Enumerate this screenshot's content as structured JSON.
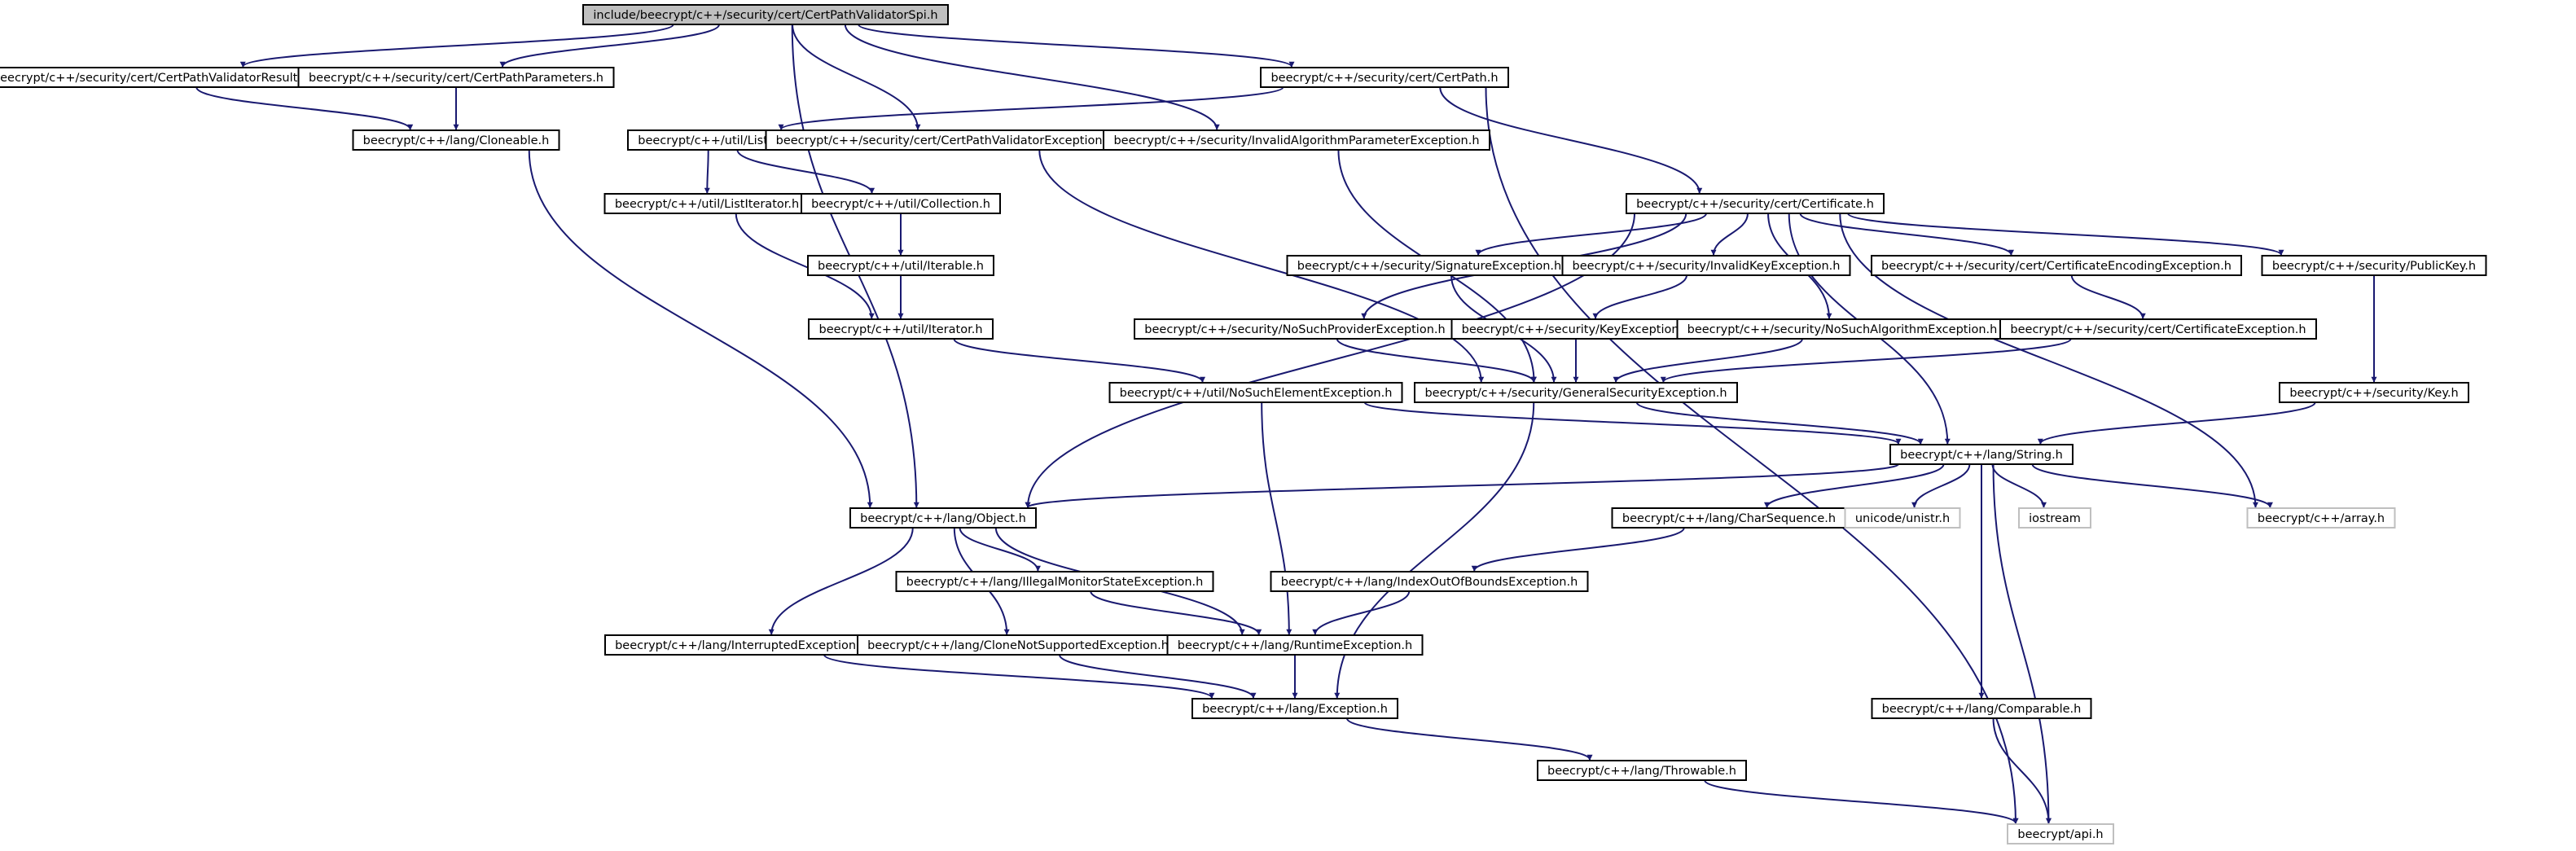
{
  "graph": {
    "nodes": [
      {
        "id": "n0",
        "label": "include/beecrypt/c++/security/cert/CertPathValidatorSpi.h",
        "kind": "root"
      },
      {
        "id": "n1",
        "label": "beecrypt/c++/security/cert/CertPathValidatorResult.h",
        "kind": "normal"
      },
      {
        "id": "n2",
        "label": "beecrypt/c++/security/cert/CertPathParameters.h",
        "kind": "normal"
      },
      {
        "id": "n3",
        "label": "beecrypt/c++/security/cert/CertPath.h",
        "kind": "normal"
      },
      {
        "id": "n4",
        "label": "beecrypt/c++/lang/Cloneable.h",
        "kind": "normal"
      },
      {
        "id": "n5",
        "label": "beecrypt/c++/util/List.h",
        "kind": "normal"
      },
      {
        "id": "n6",
        "label": "beecrypt/c++/security/cert/CertPathValidatorException.h",
        "kind": "normal"
      },
      {
        "id": "n7",
        "label": "beecrypt/c++/security/InvalidAlgorithmParameterException.h",
        "kind": "normal"
      },
      {
        "id": "n8",
        "label": "beecrypt/c++/util/ListIterator.h",
        "kind": "normal"
      },
      {
        "id": "n9",
        "label": "beecrypt/c++/util/Collection.h",
        "kind": "normal"
      },
      {
        "id": "n10",
        "label": "beecrypt/c++/security/cert/Certificate.h",
        "kind": "normal"
      },
      {
        "id": "n11",
        "label": "beecrypt/c++/util/Iterable.h",
        "kind": "normal"
      },
      {
        "id": "n12",
        "label": "beecrypt/c++/security/SignatureException.h",
        "kind": "normal"
      },
      {
        "id": "n13",
        "label": "beecrypt/c++/security/InvalidKeyException.h",
        "kind": "normal"
      },
      {
        "id": "n14",
        "label": "beecrypt/c++/security/cert/CertificateEncodingException.h",
        "kind": "normal"
      },
      {
        "id": "n15",
        "label": "beecrypt/c++/security/PublicKey.h",
        "kind": "normal"
      },
      {
        "id": "n16",
        "label": "beecrypt/c++/util/Iterator.h",
        "kind": "normal"
      },
      {
        "id": "n17",
        "label": "beecrypt/c++/security/NoSuchProviderException.h",
        "kind": "normal"
      },
      {
        "id": "n18",
        "label": "beecrypt/c++/security/KeyException.h",
        "kind": "normal"
      },
      {
        "id": "n19",
        "label": "beecrypt/c++/security/NoSuchAlgorithmException.h",
        "kind": "normal"
      },
      {
        "id": "n20",
        "label": "beecrypt/c++/security/cert/CertificateException.h",
        "kind": "normal"
      },
      {
        "id": "n21",
        "label": "beecrypt/c++/util/NoSuchElementException.h",
        "kind": "normal"
      },
      {
        "id": "n22",
        "label": "beecrypt/c++/security/GeneralSecurityException.h",
        "kind": "normal"
      },
      {
        "id": "n23",
        "label": "beecrypt/c++/security/Key.h",
        "kind": "normal"
      },
      {
        "id": "n24",
        "label": "beecrypt/c++/lang/String.h",
        "kind": "normal"
      },
      {
        "id": "n25",
        "label": "beecrypt/c++/lang/Object.h",
        "kind": "normal"
      },
      {
        "id": "n26",
        "label": "beecrypt/c++/lang/CharSequence.h",
        "kind": "normal"
      },
      {
        "id": "n27",
        "label": "unicode/unistr.h",
        "kind": "external"
      },
      {
        "id": "n28",
        "label": "iostream",
        "kind": "external"
      },
      {
        "id": "n29",
        "label": "beecrypt/c++/array.h",
        "kind": "external"
      },
      {
        "id": "n30",
        "label": "beecrypt/c++/lang/IllegalMonitorStateException.h",
        "kind": "normal"
      },
      {
        "id": "n31",
        "label": "beecrypt/c++/lang/IndexOutOfBoundsException.h",
        "kind": "normal"
      },
      {
        "id": "n32",
        "label": "beecrypt/c++/lang/InterruptedException.h",
        "kind": "normal"
      },
      {
        "id": "n33",
        "label": "beecrypt/c++/lang/CloneNotSupportedException.h",
        "kind": "normal"
      },
      {
        "id": "n34",
        "label": "beecrypt/c++/lang/RuntimeException.h",
        "kind": "normal"
      },
      {
        "id": "n35",
        "label": "beecrypt/c++/lang/Exception.h",
        "kind": "normal"
      },
      {
        "id": "n36",
        "label": "beecrypt/c++/lang/Comparable.h",
        "kind": "normal"
      },
      {
        "id": "n37",
        "label": "beecrypt/c++/lang/Throwable.h",
        "kind": "normal"
      },
      {
        "id": "n38",
        "label": "beecrypt/api.h",
        "kind": "external"
      }
    ],
    "edges": [
      [
        "n0",
        "n1"
      ],
      [
        "n0",
        "n2"
      ],
      [
        "n0",
        "n3"
      ],
      [
        "n0",
        "n6"
      ],
      [
        "n0",
        "n7"
      ],
      [
        "n0",
        "n25"
      ],
      [
        "n1",
        "n4"
      ],
      [
        "n2",
        "n4"
      ],
      [
        "n4",
        "n25"
      ],
      [
        "n3",
        "n5"
      ],
      [
        "n3",
        "n10"
      ],
      [
        "n3",
        "n38"
      ],
      [
        "n5",
        "n8"
      ],
      [
        "n5",
        "n9"
      ],
      [
        "n8",
        "n16"
      ],
      [
        "n9",
        "n11"
      ],
      [
        "n11",
        "n16"
      ],
      [
        "n16",
        "n21"
      ],
      [
        "n6",
        "n22"
      ],
      [
        "n7",
        "n22"
      ],
      [
        "n10",
        "n25"
      ],
      [
        "n10",
        "n12"
      ],
      [
        "n10",
        "n13"
      ],
      [
        "n10",
        "n14"
      ],
      [
        "n10",
        "n15"
      ],
      [
        "n10",
        "n17"
      ],
      [
        "n10",
        "n19"
      ],
      [
        "n10",
        "n24"
      ],
      [
        "n10",
        "n29"
      ],
      [
        "n12",
        "n22"
      ],
      [
        "n13",
        "n18"
      ],
      [
        "n18",
        "n22"
      ],
      [
        "n14",
        "n20"
      ],
      [
        "n20",
        "n22"
      ],
      [
        "n17",
        "n22"
      ],
      [
        "n19",
        "n22"
      ],
      [
        "n15",
        "n23"
      ],
      [
        "n23",
        "n24"
      ],
      [
        "n21",
        "n24"
      ],
      [
        "n21",
        "n34"
      ],
      [
        "n22",
        "n24"
      ],
      [
        "n22",
        "n35"
      ],
      [
        "n24",
        "n25"
      ],
      [
        "n24",
        "n26"
      ],
      [
        "n24",
        "n27"
      ],
      [
        "n24",
        "n28"
      ],
      [
        "n24",
        "n29"
      ],
      [
        "n24",
        "n36"
      ],
      [
        "n24",
        "n38"
      ],
      [
        "n25",
        "n30"
      ],
      [
        "n25",
        "n32"
      ],
      [
        "n25",
        "n33"
      ],
      [
        "n25",
        "n34"
      ],
      [
        "n26",
        "n31"
      ],
      [
        "n31",
        "n34"
      ],
      [
        "n30",
        "n34"
      ],
      [
        "n32",
        "n35"
      ],
      [
        "n33",
        "n35"
      ],
      [
        "n34",
        "n35"
      ],
      [
        "n35",
        "n37"
      ],
      [
        "n37",
        "n38"
      ],
      [
        "n36",
        "n38"
      ]
    ]
  }
}
